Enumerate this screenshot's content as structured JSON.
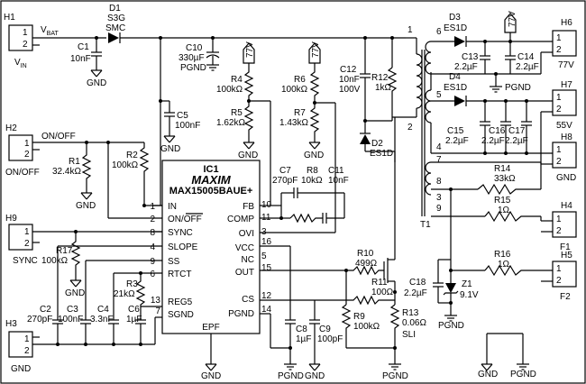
{
  "ic": {
    "ref": "IC1",
    "logo": "MAXIM",
    "part": "MAX15005BAUE+",
    "epf": "EPF",
    "left_pins": [
      {
        "num": "1",
        "name": "IN"
      },
      {
        "num": "2",
        "name": "ON/OFF"
      },
      {
        "num": "8",
        "name": "SYNC"
      },
      {
        "num": "4",
        "name": "SLOPE"
      },
      {
        "num": "9",
        "name": "SS"
      },
      {
        "num": "6",
        "name": "RTCT"
      },
      {
        "num": "13",
        "name": "REG5"
      },
      {
        "num": "7",
        "name": "SGND"
      }
    ],
    "right_pins": [
      {
        "num": "10",
        "name": "FB"
      },
      {
        "num": "11",
        "name": "COMP"
      },
      {
        "num": "3",
        "name": "OVI"
      },
      {
        "num": "16",
        "name": "VCC"
      },
      {
        "num": "5",
        "name": "NC"
      },
      {
        "num": "15",
        "name": "OUT"
      },
      {
        "num": "12",
        "name": "CS"
      },
      {
        "num": "14",
        "name": "PGND"
      }
    ]
  },
  "headers": {
    "h1": {
      "ref": "H1",
      "pins": [
        "1",
        "2"
      ],
      "vbat": "V",
      "vbat_sub": "BAT",
      "vin": "V",
      "vin_sub": "IN"
    },
    "h2": {
      "ref": "H2",
      "pins": [
        "1",
        "2"
      ],
      "on_off": "ON/OFF",
      "on_off_below": "ON/OFF"
    },
    "h3": {
      "ref": "H3",
      "pins": [
        "1",
        "2"
      ],
      "label": "GND"
    },
    "h9": {
      "ref": "H9",
      "pins": [
        "1",
        "2"
      ],
      "label": "SYNC"
    },
    "h6": {
      "ref": "H6",
      "pins": [
        "1",
        "2"
      ],
      "label": "77V"
    },
    "h7": {
      "ref": "H7",
      "pins": [
        "1",
        "2"
      ],
      "label": "55V"
    },
    "h8": {
      "ref": "H8",
      "pins": [
        "1",
        "2"
      ],
      "label": "GND"
    },
    "h4": {
      "ref": "H4",
      "pins": [
        "1",
        "2"
      ],
      "label": "F1"
    },
    "h5": {
      "ref": "H5",
      "pins": [
        "1",
        "2"
      ],
      "label": "F2"
    }
  },
  "components": {
    "d1": {
      "ref": "D1",
      "val": "S3G",
      "val2": "SMC"
    },
    "c1": {
      "ref": "C1",
      "val": "10nF"
    },
    "c10": {
      "ref": "C10",
      "val": "330µF",
      "val2": "PGND"
    },
    "c5": {
      "ref": "C5",
      "val": "100nF"
    },
    "r4": {
      "ref": "R4",
      "val": "100kΩ"
    },
    "r5": {
      "ref": "R5",
      "val": "1.62kΩ"
    },
    "r6": {
      "ref": "R6",
      "val": "100kΩ"
    },
    "r7": {
      "ref": "R7",
      "val": "1.43kΩ"
    },
    "c12": {
      "ref": "C12",
      "val": "10nF",
      "val2": "100V"
    },
    "r12": {
      "ref": "R12",
      "val": "1kΩ"
    },
    "d2": {
      "ref": "D2",
      "val": "ES1D"
    },
    "d3": {
      "ref": "D3",
      "val": "ES1D"
    },
    "d4": {
      "ref": "D4",
      "val": "ES1D"
    },
    "c13": {
      "ref": "C13",
      "val": "2.2µF"
    },
    "c14": {
      "ref": "C14",
      "val": "2.2µF"
    },
    "c15": {
      "ref": "C15",
      "val": "2.2µF"
    },
    "c16": {
      "ref": "C16",
      "val": "2.2µF"
    },
    "c17": {
      "ref": "C17",
      "val": "2.2µF"
    },
    "r14": {
      "ref": "R14",
      "val": "33kΩ"
    },
    "r15": {
      "ref": "R15",
      "val": "1Ω"
    },
    "r16": {
      "ref": "R16",
      "val": "1Ω"
    },
    "t1": {
      "ref": "T1",
      "pins": [
        "1",
        "2",
        "3",
        "4",
        "5",
        "6",
        "7",
        "8",
        "9"
      ]
    },
    "r1": {
      "ref": "R1",
      "val": "32.4kΩ"
    },
    "r2": {
      "ref": "R2",
      "val": "100kΩ"
    },
    "r17": {
      "ref": "R17",
      "val": "100kΩ"
    },
    "c7": {
      "ref": "C7",
      "val": "270pF"
    },
    "r8": {
      "ref": "R8",
      "val": "10kΩ"
    },
    "c11": {
      "ref": "C11",
      "val": "10nF"
    },
    "c2": {
      "ref": "C2",
      "val": "270pF"
    },
    "c3": {
      "ref": "C3",
      "val": "100nF"
    },
    "c4": {
      "ref": "C4",
      "val": "3.3nF"
    },
    "r3": {
      "ref": "R3",
      "val": "21kΩ"
    },
    "c6": {
      "ref": "C6",
      "val": "1µF"
    },
    "r10": {
      "ref": "R10",
      "val": "499Ω"
    },
    "r11": {
      "ref": "R11",
      "val": "100Ω"
    },
    "r9": {
      "ref": "R9",
      "val": "100kΩ"
    },
    "r13": {
      "ref": "R13",
      "val": "0.06Ω",
      "val2": "SLI"
    },
    "c8": {
      "ref": "C8",
      "val": "1µF"
    },
    "c9": {
      "ref": "C9",
      "val": "100pF"
    },
    "c18": {
      "ref": "C18",
      "val": "2.2µF"
    },
    "z1": {
      "ref": "Z1",
      "val": "9.1V"
    }
  },
  "rails": {
    "v77": "77V",
    "gnd": "GND",
    "pgnd": "PGND"
  }
}
